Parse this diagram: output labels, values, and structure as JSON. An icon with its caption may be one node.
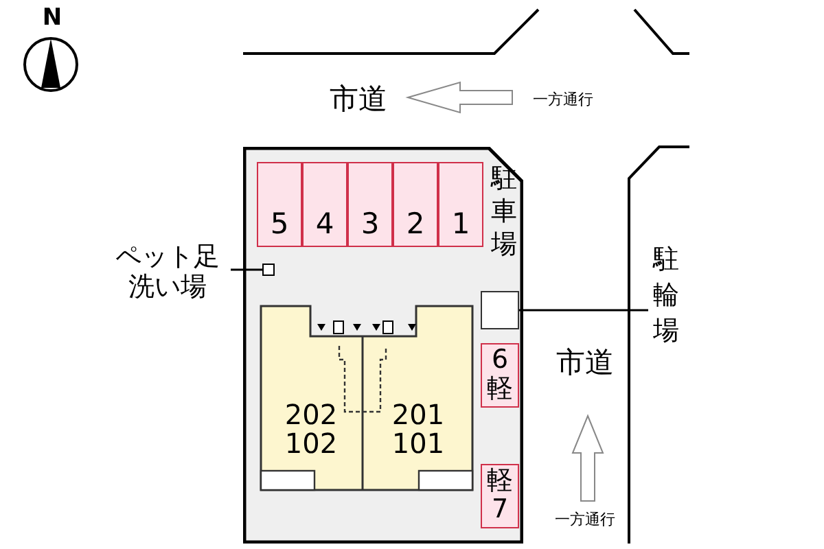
{
  "diagram": {
    "nodes": [
      {
        "text": [],
        "shape": "box"
      },
      {
        "text": [
          "5"
        ],
        "in": 0
      },
      {
        "text": [
          "4"
        ],
        "in": 0
      },
      {
        "text": [
          "3"
        ],
        "in": 0
      },
      {
        "text": [
          "2"
        ],
        "in": 0
      },
      {
        "text": [
          "1"
        ],
        "in": 0
      },
      {
        "text": [
          "ペット足洗い場"
        ]
      },
      {
        "text": [],
        "shape": "box",
        "in": 0
      },
      {
        "text": [
          "駐輪場"
        ]
      },
      {
        "text": [],
        "shape": "box",
        "in": 0
      },
      {
        "text": [],
        "shape": "box",
        "in": 0
      },
      {
        "text": [
          "202 102"
        ],
        "in": 10
      },
      {
        "text": [
          "201 101"
        ],
        "in": 10
      },
      {
        "text": [
          "6軽"
        ],
        "in": 0
      },
      {
        "text": [
          "軽7"
        ],
        "in": 0
      }
    ],
    "edges": [
      {
        "from": 6,
        "to": 7,
        "arrow": "none"
      },
      {
        "from": 8,
        "to": 9,
        "arrow": "none"
      }
    ],
    "labels": [
      "N",
      "市道",
      "一方通行",
      "駐車場",
      "市道",
      "一方通行"
    ]
  }
}
